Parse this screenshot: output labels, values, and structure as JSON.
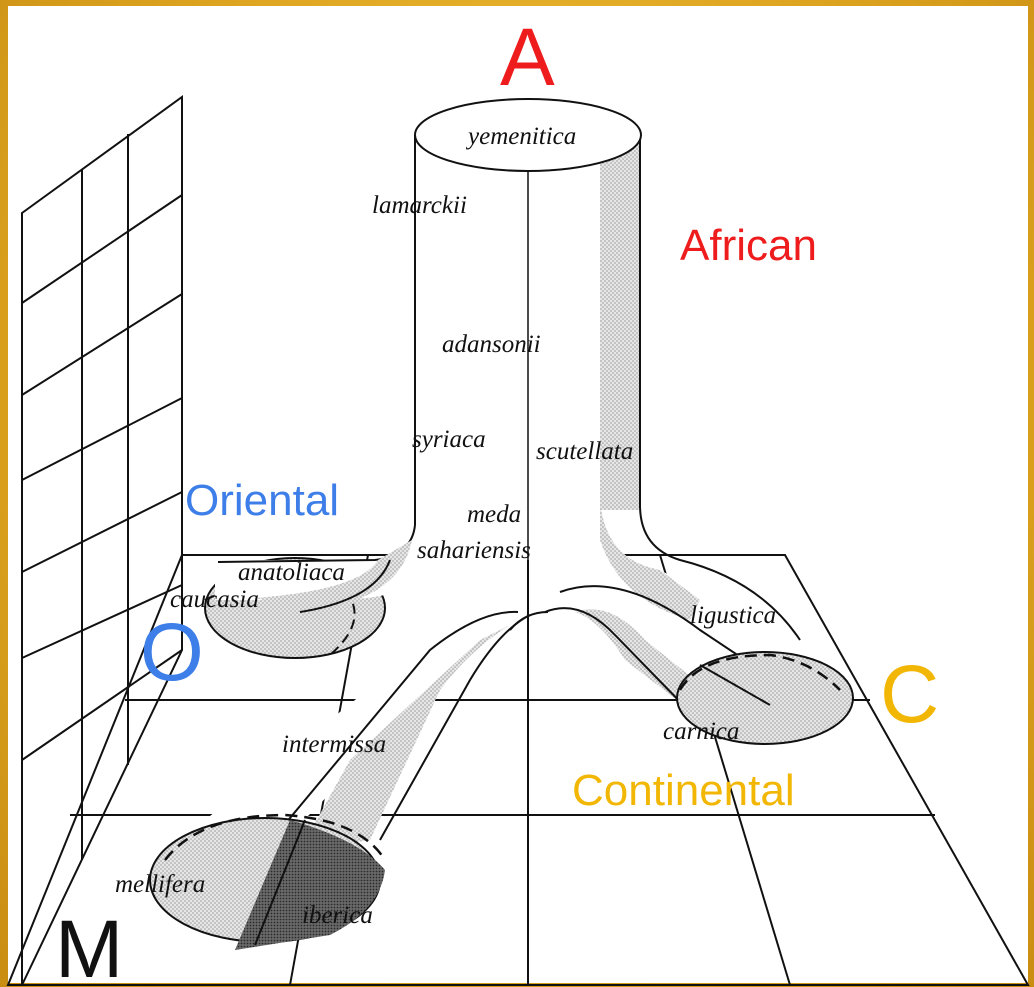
{
  "lineages": {
    "A": {
      "letter": "A",
      "name": "African",
      "color": "#ee1c1c"
    },
    "O": {
      "letter": "O",
      "name": "Oriental",
      "color": "#3d7ee8"
    },
    "C": {
      "letter": "C",
      "name": "Continental",
      "color": "#f2b705"
    },
    "M": {
      "letter": "M",
      "color": "#111111"
    }
  },
  "subspecies": {
    "yemenitica": "yemenitica",
    "lamarckii": "lamarckii",
    "adansonii": "adansonii",
    "syriaca": "syriaca",
    "scutellata": "scutellata",
    "meda": "meda",
    "sahariensis": "sahariensis",
    "anatoliaca": "anatoliaca",
    "caucasia": "caucasia",
    "ligustica": "ligustica",
    "carnica": "carnica",
    "intermissa": "intermissa",
    "mellifera": "mellifera",
    "iberica": "iberica"
  }
}
